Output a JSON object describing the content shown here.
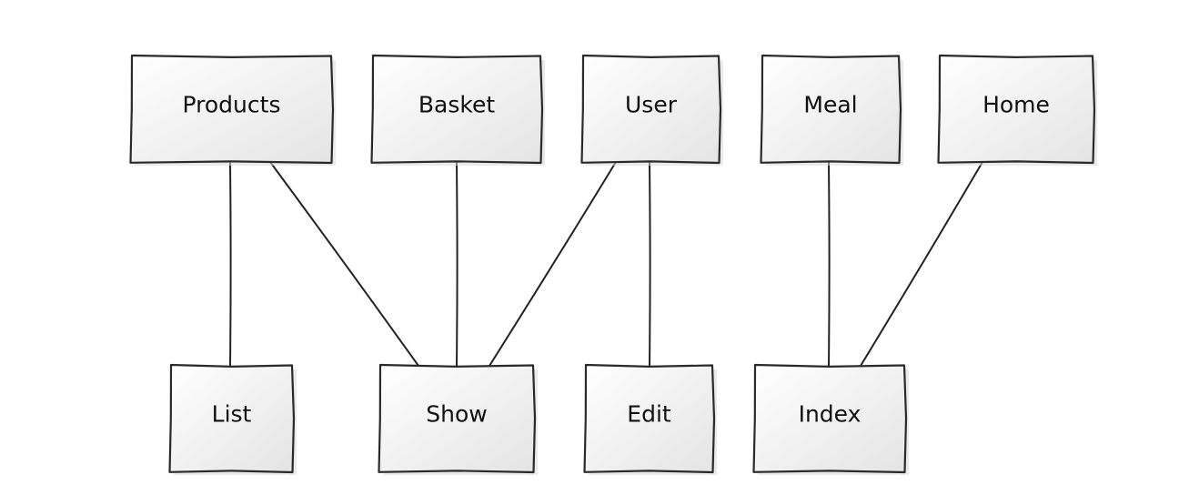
{
  "nodes": [
    {
      "id": "products",
      "label": "Products"
    },
    {
      "id": "basket",
      "label": "Basket"
    },
    {
      "id": "user",
      "label": "User"
    },
    {
      "id": "meal",
      "label": "Meal"
    },
    {
      "id": "home",
      "label": "Home"
    },
    {
      "id": "list",
      "label": "List"
    },
    {
      "id": "show",
      "label": "Show"
    },
    {
      "id": "edit",
      "label": "Edit"
    },
    {
      "id": "index",
      "label": "Index"
    }
  ],
  "edges": [
    {
      "from": "products",
      "to": "list"
    },
    {
      "from": "products",
      "to": "show"
    },
    {
      "from": "basket",
      "to": "show"
    },
    {
      "from": "user",
      "to": "show"
    },
    {
      "from": "user",
      "to": "edit"
    },
    {
      "from": "meal",
      "to": "index"
    },
    {
      "from": "home",
      "to": "index"
    }
  ]
}
